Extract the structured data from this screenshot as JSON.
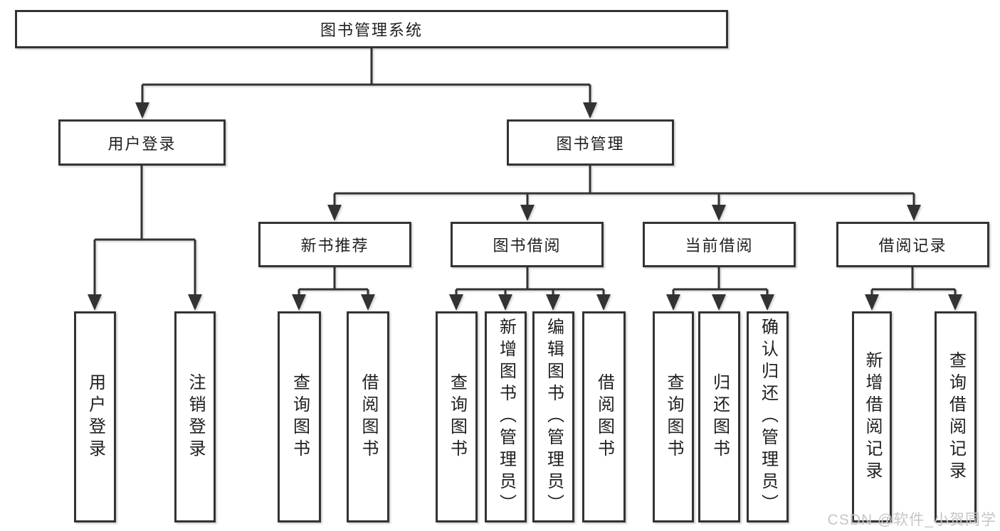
{
  "title": "图书管理系统",
  "watermark": {
    "text": "CSDN @软件_小贺同学"
  },
  "colors": {
    "line": "#333333",
    "text": "#1f1f1f",
    "background": "#ffffff",
    "watermark": "#c6c6c6"
  },
  "tree": {
    "label": "图书管理系统",
    "children": [
      {
        "label": "用户登录",
        "children": [
          {
            "label": "用户登录"
          },
          {
            "label": "注销登录"
          }
        ]
      },
      {
        "label": "图书管理",
        "children": [
          {
            "label": "新书推荐",
            "children": [
              {
                "label": "查询图书"
              },
              {
                "label": "借阅图书"
              }
            ]
          },
          {
            "label": "图书借阅",
            "children": [
              {
                "label": "查询图书"
              },
              {
                "label": "新增图书（管理员）"
              },
              {
                "label": "编辑图书（管理员）"
              },
              {
                "label": "借阅图书"
              }
            ]
          },
          {
            "label": "当前借阅",
            "children": [
              {
                "label": "查询图书"
              },
              {
                "label": "归还图书"
              },
              {
                "label": "确认归还（管理员）"
              }
            ]
          },
          {
            "label": "借阅记录",
            "children": [
              {
                "label": "新增借阅记录"
              },
              {
                "label": "查询借阅记录"
              }
            ]
          }
        ]
      }
    ]
  }
}
